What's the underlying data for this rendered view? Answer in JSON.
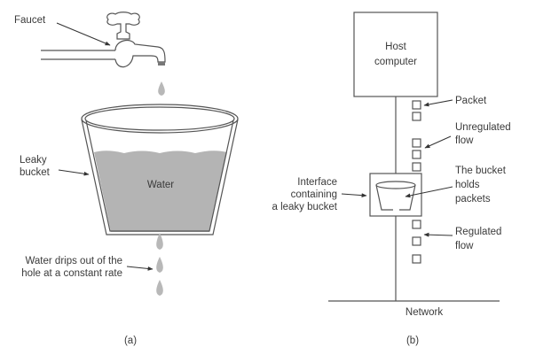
{
  "panel_a": {
    "caption": "(a)",
    "faucet_label": "Faucet",
    "bucket_label": [
      "Leaky",
      "bucket"
    ],
    "water_label": "Water",
    "drip_label": [
      "Water drips out of the",
      "hole at a constant rate"
    ],
    "colors": {
      "water": "#b4b4b4",
      "droplet": "#b8b8b8",
      "outline": "#555555"
    }
  },
  "panel_b": {
    "caption": "(b)",
    "host_label": [
      "Host",
      "computer"
    ],
    "packet_label": "Packet",
    "unregulated_label": [
      "Unregulated",
      "flow"
    ],
    "bucket_holds_label": [
      "The bucket",
      "holds",
      "packets"
    ],
    "interface_label": [
      "Interface",
      "containing",
      "a leaky bucket"
    ],
    "regulated_label": [
      "Regulated",
      "flow"
    ],
    "network_label": "Network"
  }
}
